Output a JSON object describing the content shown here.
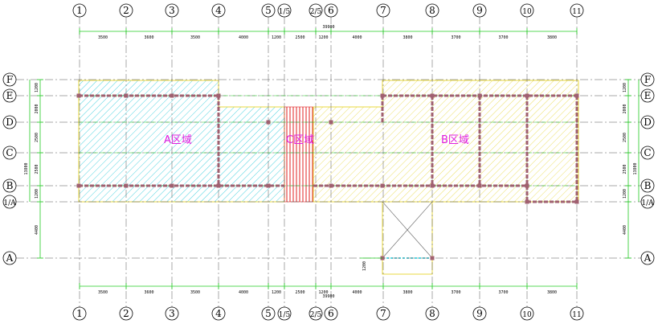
{
  "grid_columns": [
    "1",
    "2",
    "3",
    "4",
    "5",
    "1/5",
    "2/5",
    "6",
    "7",
    "8",
    "9",
    "10",
    "11"
  ],
  "grid_rows": [
    "F",
    "E",
    "D",
    "C",
    "B",
    "1/A",
    "A"
  ],
  "dims_top": {
    "total": "39900",
    "spans": [
      "3500",
      "3600",
      "3500",
      "4000",
      "1200",
      "2500",
      "1200",
      "4000",
      "3800",
      "3700",
      "3700",
      "3800"
    ]
  },
  "dims_bottom": {
    "total": "39900",
    "spans": [
      "3500",
      "3600",
      "3500",
      "4000",
      "1200",
      "2500",
      "1200",
      "4000",
      "3800",
      "3700",
      "3700",
      "3800"
    ]
  },
  "dims_side": {
    "spans": [
      "1200",
      "2000",
      "2500",
      "2500",
      "1200",
      "4400"
    ],
    "total": "13800"
  },
  "side_extra_dim": "1200",
  "zones": {
    "a": "A区域",
    "c": "C区域",
    "b": "B区域"
  },
  "colors": {
    "grid": "#22cc22",
    "zone_a": "#20c8d8",
    "zone_b": "#e8d840",
    "zone_c": "#e02020",
    "beam": "#a06070",
    "label": "#e020e0"
  }
}
